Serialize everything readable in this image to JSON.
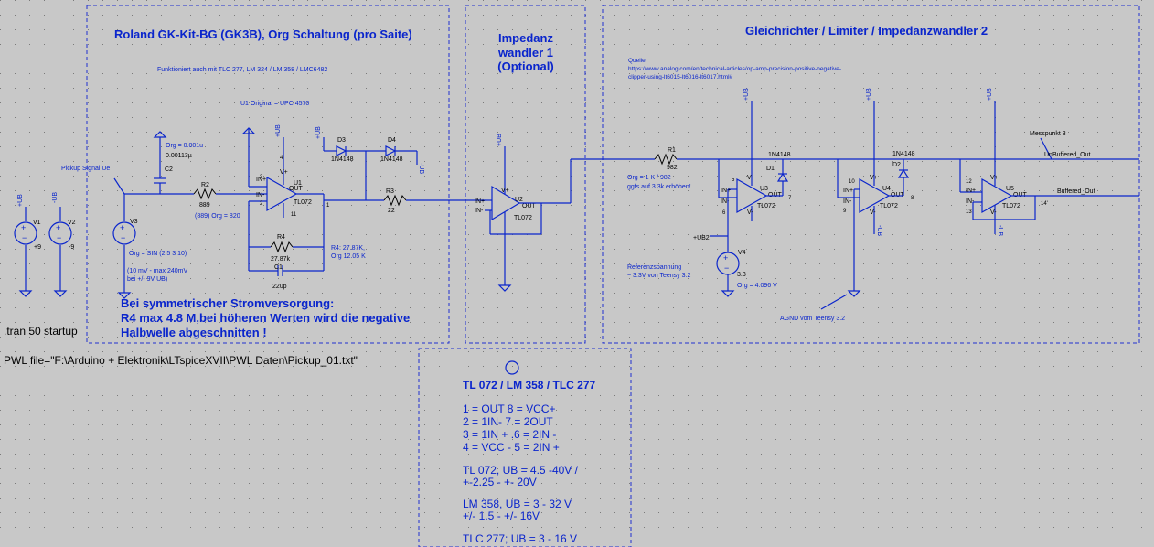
{
  "titles": {
    "roland": "Roland GK-Kit-BG (GK3B), Org Schaltung (pro Saite)",
    "imp1_l1": "Impedanz",
    "imp1_l2": "wandler 1",
    "imp1_l3": "(Optional)",
    "rect": "Gleichrichter / Limiter / Impedanzwandler 2"
  },
  "notes": {
    "funktioniert": "Funktioniert auch mit TLC 277, LM 324 / LM 358 / LMC6482",
    "u1orig": "U1 Original = UPC 4570",
    "pickup": "Pickup Signal Ue",
    "quelle": "Quelle:",
    "url1": "https://www.analog.com/en/technical-articles/op-amp-precision-positive-negative-",
    "url2": "clipper-using-lt6015-lt6016-lt6017.html#",
    "r1note1": "Org = 1 K / 982",
    "r1note2": "ggfs auf 3.3k erhöhen!",
    "r4note1": "R4: 27.87K,",
    "r4note2": "Org 12.05 K",
    "v3a": "Org = SIN (2.5 3 10)",
    "v3b": "(10 mV - max 240mV",
    "v3c": "bei +/- 9V UB)",
    "ref1": "Referenzspannung",
    "ref2": "~ 3.3V von Teensy 3.2",
    "agnd": "AGND vom Teensy 3.2",
    "org4096": "Org = 4.096 V",
    "messpunkt": "Messpunkt 3",
    "sym1": "Bei symmetrischer Stromversorgung:",
    "sym2": "R4 max 4.8 M,bei höheren Werten wird die negative",
    "sym3": "Halbwelle abgeschnitten !",
    "tran": ".tran 50 startup",
    "pwl": "PWL file=\"F:\\Arduino + Elektronik\\LTspiceXVII\\PWL Daten\\Pickup_01.txt\""
  },
  "components": {
    "V1": "V1",
    "V1val": "+9",
    "V2": "V2",
    "V2val": "-9",
    "V3": "V3",
    "V4": "V4",
    "V4val": "3.3",
    "R1": "R1",
    "R1val": "982",
    "R2": "R2",
    "R2val": "889",
    "R2note": "(889) Org = 820",
    "R3": "R3",
    "R3val": "22",
    "R4": "R4",
    "R4val": "27.87k",
    "C1": "C1",
    "C1val": "220p",
    "C2": "C2",
    "C2a": "Org = 0.001u",
    "C2b": "0.00113µ",
    "D1": "D1",
    "D2": "D2",
    "D3": "D3",
    "D4": "D4",
    "diode": "1N4148",
    "U1": "U1",
    "U2": "U2",
    "U3": "U3",
    "U4": "U4",
    "U5": "U5",
    "opamp": "TL072"
  },
  "labels": {
    "pub": "+UB",
    "mub": "-UB",
    "ub2": "+UB2",
    "unbuf": "UnBuffered_Out",
    "buf": "Buffered_Out",
    "inp": "IN+",
    "inm": "IN-",
    "out": "OUT",
    "vp": "V+",
    "vm": "V-",
    "p1": "1",
    "p2": "2",
    "p3": "3",
    "p4": "4",
    "p5": "5",
    "p6": "6",
    "p7": "7",
    "p8": "8",
    "p9": "9",
    "p10": "10",
    "p11": "11",
    "p12": "12",
    "p13": "13",
    "p14": "14'"
  },
  "pinout": {
    "title": "TL 072 / LM 358 / TLC 277",
    "l1": "1 = OUT    8 = VCC+",
    "l2": "2 = 1IN-    7 = 2OUT",
    "l3": "3 = 1IN +  .6 = 2IN -",
    "l4": "4 = VCC -   5 = 2IN +",
    "l5": "TL 072, UB = 4.5 -40V /",
    "l6": " +-2.25 - +- 20V",
    "l7": "LM 358, UB = 3 - 32 V",
    "l8": "+/- 1.5 - +/- 16V",
    "l9": "TLC 277; UB = 3 - 16 V"
  }
}
